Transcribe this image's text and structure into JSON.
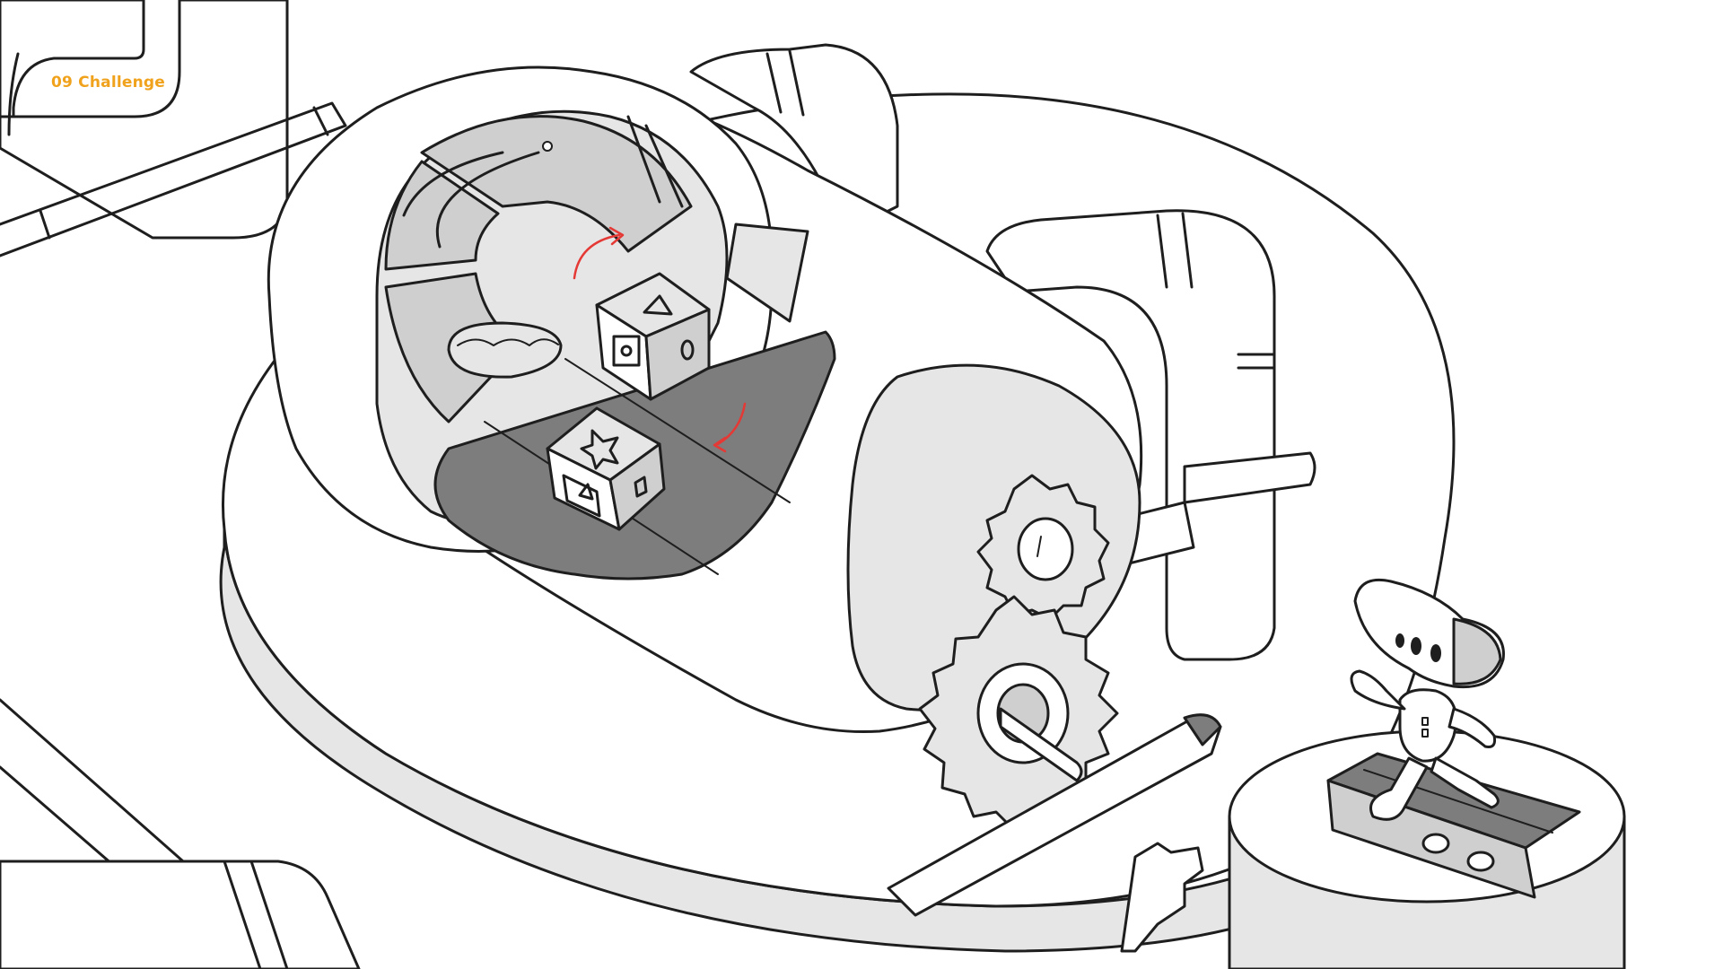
{
  "caption": {
    "text": "09 Challenge",
    "color": "#f0a21c"
  },
  "palette": {
    "ink": "#1e1e1e",
    "floor_dark": "#7d7d7d",
    "shade_light": "#e6e6e6",
    "shade_mid": "#cfcfcf",
    "arrow_red": "#e53935"
  },
  "illustration": {
    "icons": [
      "star-shape",
      "triangle-shape",
      "circle-shape",
      "square-shape",
      "gear-icon",
      "rotate-arrow-icon"
    ]
  }
}
